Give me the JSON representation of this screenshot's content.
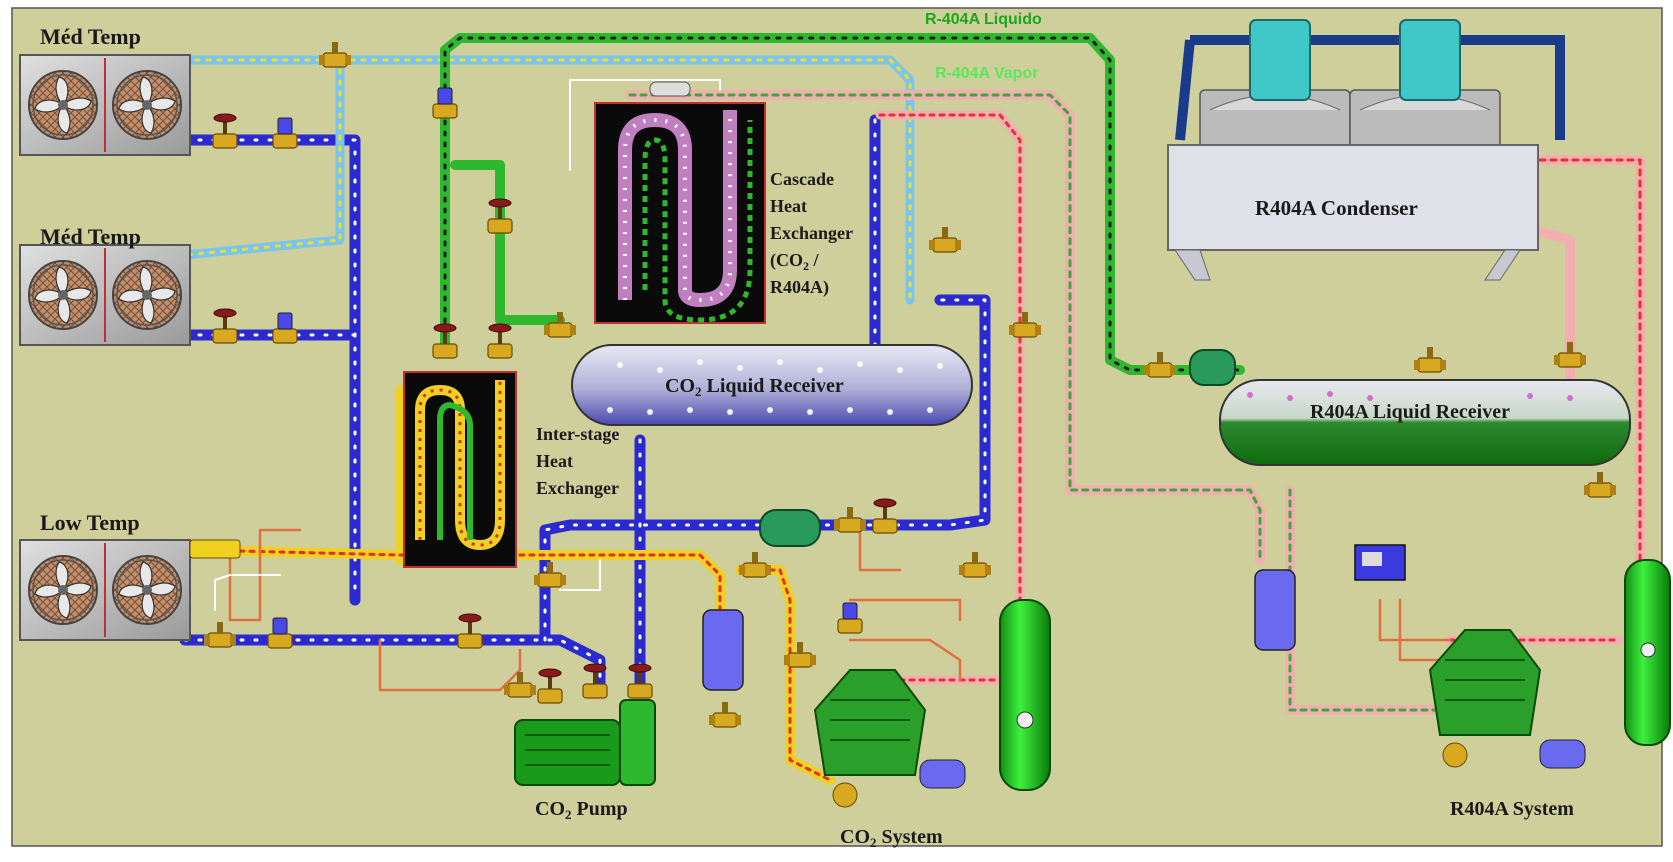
{
  "labels": {
    "med_temp_1": "Méd Temp",
    "med_temp_2": "Méd Temp",
    "low_temp": "Low Temp",
    "r404a_liquido": "R-404A Liquido",
    "r404a_vapor": "R-404A Vapor",
    "cascade_1": "Cascade",
    "cascade_2": "Heat",
    "cascade_3": "Exchanger",
    "cascade_4_pre": "(CO",
    "cascade_4_sub": "2",
    "cascade_4_post": " /",
    "cascade_5": "R404A)",
    "co2_receiver_pre": "CO",
    "co2_receiver_sub": "2",
    "co2_receiver_post": " Liquid Receiver",
    "interstage_1": "Inter-stage",
    "interstage_2": "Heat",
    "interstage_3": "Exchanger",
    "r404a_condenser": "R404A Condenser",
    "r404a_receiver": "R404A Liquid Receiver",
    "co2_pump_pre": "CO",
    "co2_pump_sub": "2",
    "co2_pump_post": " Pump",
    "co2_system_pre": "CO",
    "co2_system_sub": "2",
    "co2_system_post": " System",
    "r404a_system": "R404A System"
  },
  "colors": {
    "background": "#cfcf9c",
    "co2_line": "#2a2ad0",
    "co2_liquid_line": "#7cc4f0",
    "r404a_liquid": "#2eb82e",
    "r404a_vapor": "#e83030",
    "suction_yellow": "#f0d020",
    "vessel_green": "#1fc41f",
    "receiver_gray": "#9a9ab8"
  }
}
